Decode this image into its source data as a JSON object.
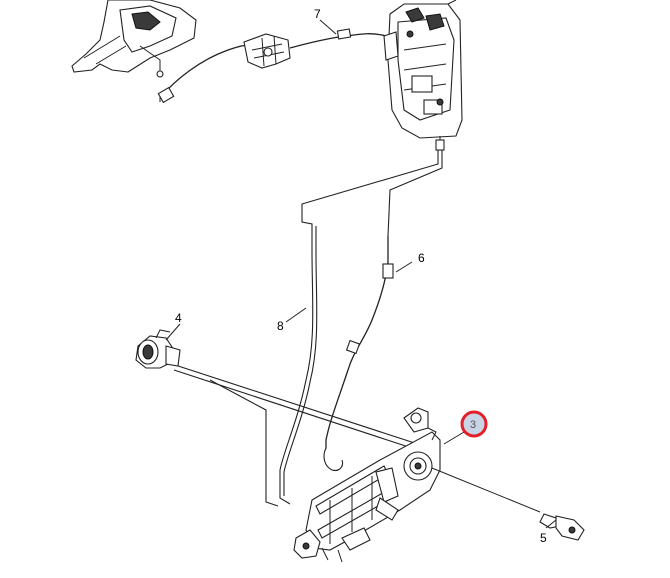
{
  "callouts": [
    {
      "id": "3",
      "label": "3",
      "highlight": true
    },
    {
      "id": "4",
      "label": "4"
    },
    {
      "id": "5",
      "label": "5"
    },
    {
      "id": "6",
      "label": "6"
    },
    {
      "id": "7",
      "label": "7"
    },
    {
      "id": "8",
      "label": "8"
    }
  ],
  "colors": {
    "highlight_ring": "#e0202a",
    "highlight_fill": "#c9d4e6",
    "line": "#222222"
  }
}
